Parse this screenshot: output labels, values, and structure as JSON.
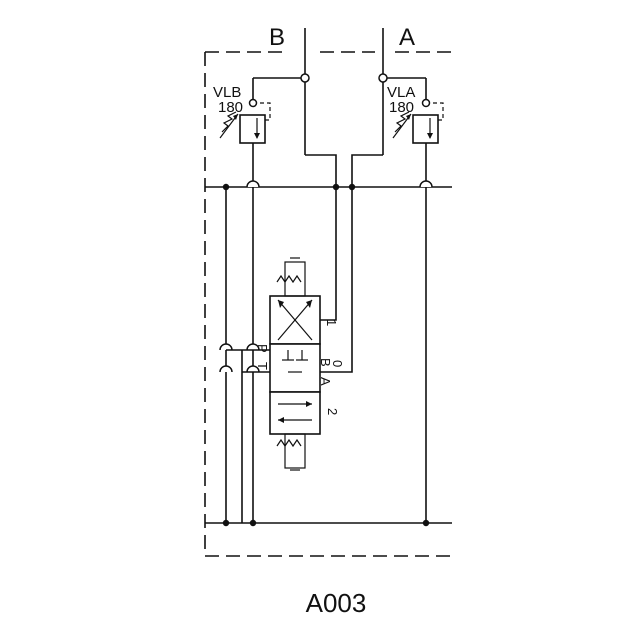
{
  "ports": {
    "b": "B",
    "a": "A"
  },
  "relief_b": {
    "name": "VLB",
    "setting": "180"
  },
  "relief_a": {
    "name": "VLA",
    "setting": "180"
  },
  "valve": {
    "port_p": "P",
    "port_t": "T",
    "port_b": "B",
    "port_a": "A",
    "pos_1": "1",
    "pos_0": "0",
    "pos_2": "2"
  },
  "caption": "A003"
}
